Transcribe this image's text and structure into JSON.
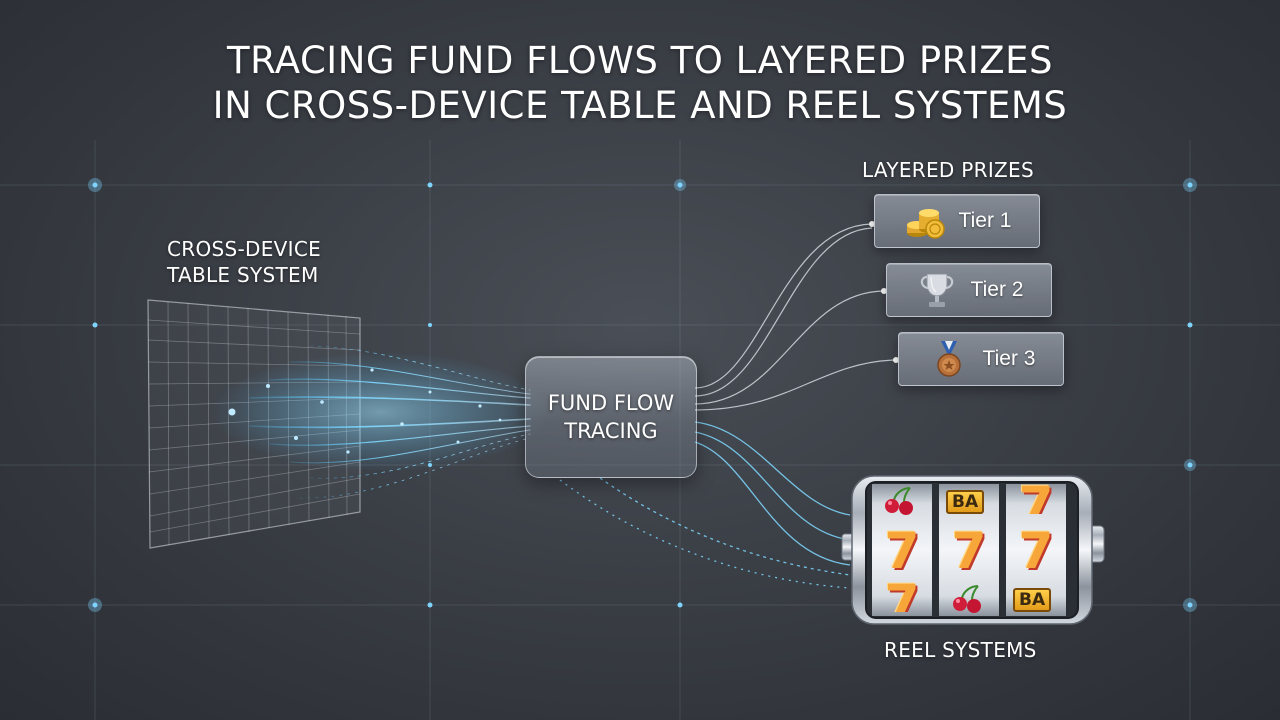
{
  "title": {
    "line1": "TRACING FUND FLOWS TO LAYERED PRIZES",
    "line2": "IN CROSS-DEVICE TABLE AND REEL SYSTEMS"
  },
  "table_system": {
    "line1": "CROSS-DEVICE",
    "line2": "TABLE SYSTEM"
  },
  "fund_flow": {
    "line1": "FUND FLOW",
    "line2": "TRACING"
  },
  "prizes": {
    "heading": "LAYERED PRIZES",
    "tiers": [
      {
        "label": "Tier 1",
        "icon": "gold-coins-icon"
      },
      {
        "label": "Tier 2",
        "icon": "trophy-icon"
      },
      {
        "label": "Tier 3",
        "icon": "medal-icon"
      }
    ]
  },
  "reels": {
    "label": "REEL SYSTEMS",
    "reel_1": [
      "cherry",
      "7",
      "7"
    ],
    "reel_2": [
      "BAR",
      "7",
      "cherry"
    ],
    "reel_3": [
      "7",
      "7",
      "BAR"
    ],
    "bar_text": "BA",
    "seven_text": "7"
  },
  "colors": {
    "background": "#3a3e45",
    "flow_light": "#4fc3ff",
    "text": "#ffffff"
  }
}
